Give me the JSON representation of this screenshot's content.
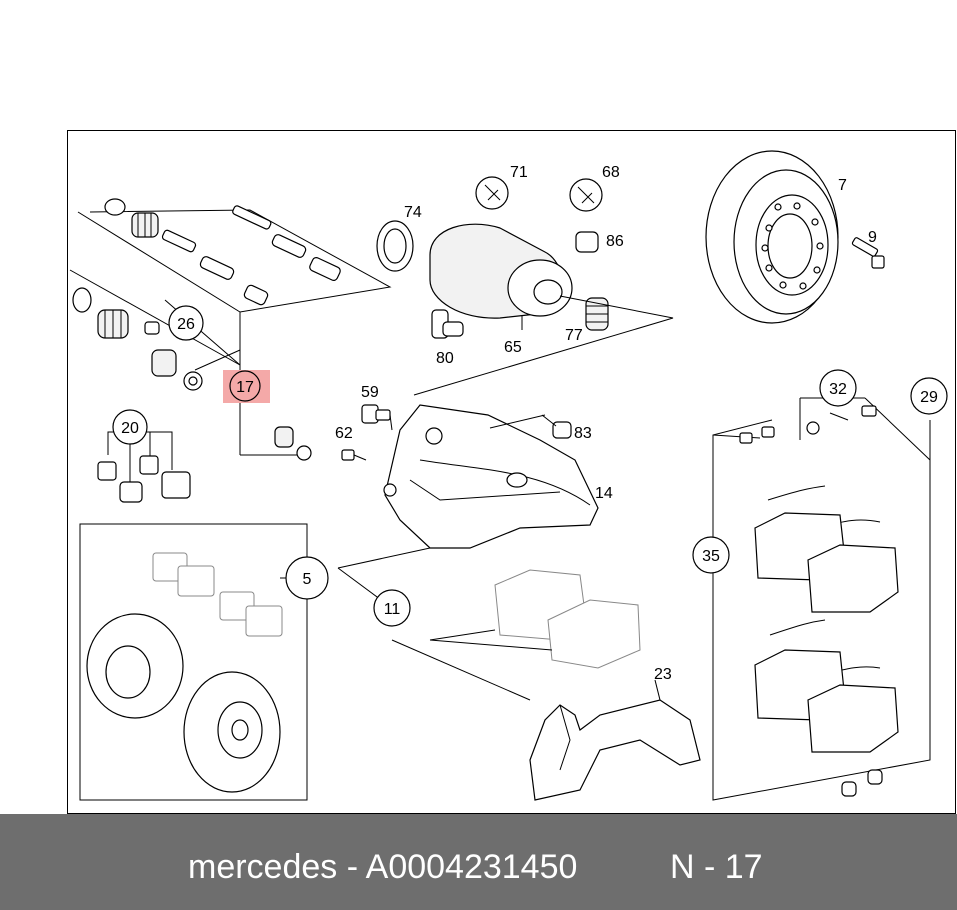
{
  "caption": {
    "brand": "mercedes",
    "separator": "-",
    "part_number": "A0004231450",
    "position_label": "N - 17"
  },
  "highlight": {
    "label": "17",
    "color": "#f4a9a8"
  },
  "callouts": [
    {
      "id": "26",
      "circled": true
    },
    {
      "id": "17",
      "circled": true,
      "highlighted": true
    },
    {
      "id": "20",
      "circled": true
    },
    {
      "id": "5",
      "circled": true
    },
    {
      "id": "11",
      "circled": true
    },
    {
      "id": "35",
      "circled": true
    },
    {
      "id": "32",
      "circled": true
    },
    {
      "id": "29",
      "circled": true
    }
  ],
  "labels": [
    "71",
    "68",
    "74",
    "86",
    "7",
    "9",
    "80",
    "65",
    "77",
    "59",
    "62",
    "83",
    "14",
    "23"
  ],
  "colors": {
    "caption_bg": "#6e6e6e",
    "caption_text": "#ffffff",
    "line": "#000000"
  }
}
